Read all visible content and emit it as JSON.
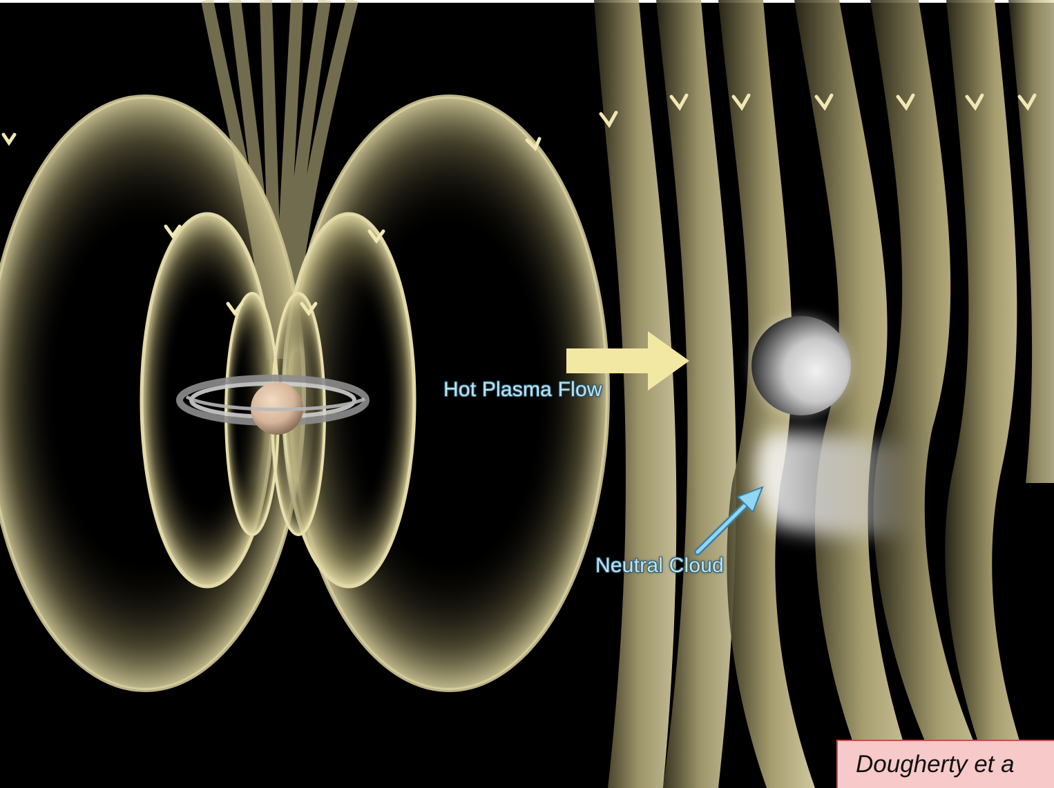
{
  "labels": {
    "plasma": "Hot Plasma Flow",
    "neutral": "Neutral Cloud"
  },
  "citation": "Dougherty et a",
  "colors": {
    "field_line": "#d8cf9a",
    "field_edge": "#efe6b6",
    "plasma_arrow": "#f3e7a4",
    "label_text": "#bfe3f2",
    "label_arrow": "#6fc7ea",
    "citation_bg": "#f7c9c9",
    "citation_border": "#c0504d"
  },
  "icons": {
    "planet": "saturn-with-rings",
    "moon": "enceladus-moon"
  }
}
